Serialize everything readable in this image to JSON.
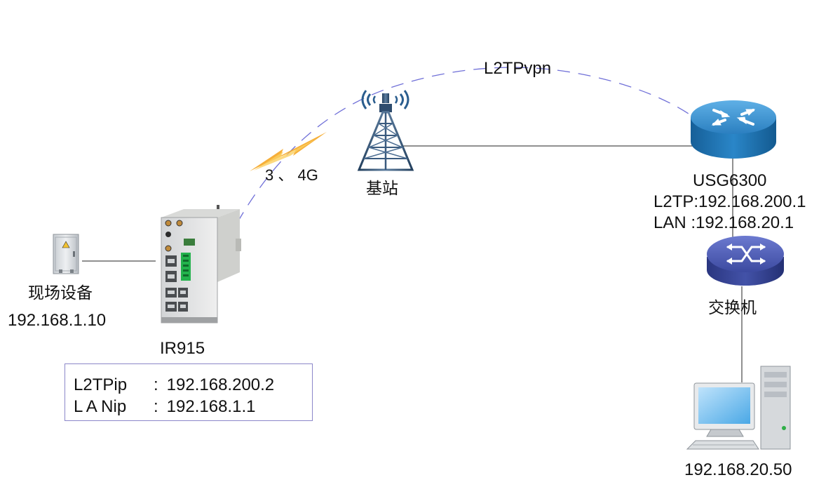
{
  "links": {
    "vpn_label": "L2TPvpn",
    "wireless_label": "3 、 4G"
  },
  "tower": {
    "label": "基站"
  },
  "field_device": {
    "label": "现场设备",
    "ip": "192.168.1.10"
  },
  "router": {
    "label": "IR915",
    "info": [
      {
        "key": "L2TPip",
        "value": "192.168.200.2"
      },
      {
        "key": "L A Nip",
        "value": "192.168.1.1"
      }
    ]
  },
  "usg": {
    "label": "USG6300",
    "l2tp": "L2TP:192.168.200.1",
    "lan": "LAN :192.168.20.1"
  },
  "switch": {
    "label": "交换机"
  },
  "pc": {
    "ip": "192.168.20.50"
  },
  "colors": {
    "vpn_dash": "#7070d8",
    "bolt": "#f5a623",
    "router_blue": "#1f78b4",
    "switch_navy": "#3b4a9e",
    "box_border": "#8b87c9",
    "terminal_green": "#22b24c"
  }
}
